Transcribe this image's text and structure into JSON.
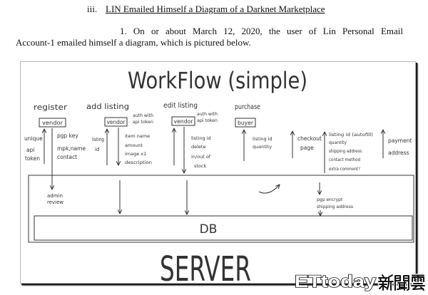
{
  "section": {
    "number": "iii.",
    "title": "LIN Emailed Himself a Diagram of a Darknet Marketplace"
  },
  "paragraph": {
    "number": "1.",
    "line1": "On or about March 12, 2020, the user of Lin Personal Email",
    "line2": "Account-1 emailed himself a diagram, which is pictured below."
  },
  "diagram": {
    "title": "WorkFlow (simple)",
    "register": {
      "label": "register",
      "actor": "vendor",
      "sent": [
        "pgp key",
        "mpk,name",
        "contact"
      ],
      "received": [
        "unique",
        "api",
        "token"
      ],
      "server_step": [
        "admin",
        "review"
      ]
    },
    "add_listing": {
      "label": "add listing",
      "auth": [
        "auth with",
        "api token"
      ],
      "actor": "vendor",
      "sent": [
        "item name",
        "amount",
        "image x1",
        "description"
      ],
      "received": [
        "listing",
        "id"
      ]
    },
    "edit_listing": {
      "label": "edit listing",
      "auth": [
        "auth with",
        "api token"
      ],
      "actor": "vendor",
      "sent": [
        "listing id",
        "delete",
        "in/out of",
        "stock"
      ]
    },
    "purchase": {
      "label": "purchase",
      "actor": "buyer",
      "sent": [
        "listing id",
        "quantity"
      ],
      "checkout": [
        "checkout",
        "page"
      ],
      "order_form": [
        "listing id (autofill)",
        "quantity",
        "shipping address",
        "contact method",
        "extra comment?"
      ],
      "payment": [
        "payment",
        "address"
      ],
      "server_step": [
        "pgp encrypt",
        "shipping address"
      ]
    },
    "db_label": "DB",
    "server_label": "SERVER"
  },
  "watermark": {
    "latin": "ETtoday",
    "cjk": "新聞雲"
  },
  "colors": {
    "ink": "#333333",
    "text": "#111111",
    "frame_shadow": "#1a1a1a"
  }
}
